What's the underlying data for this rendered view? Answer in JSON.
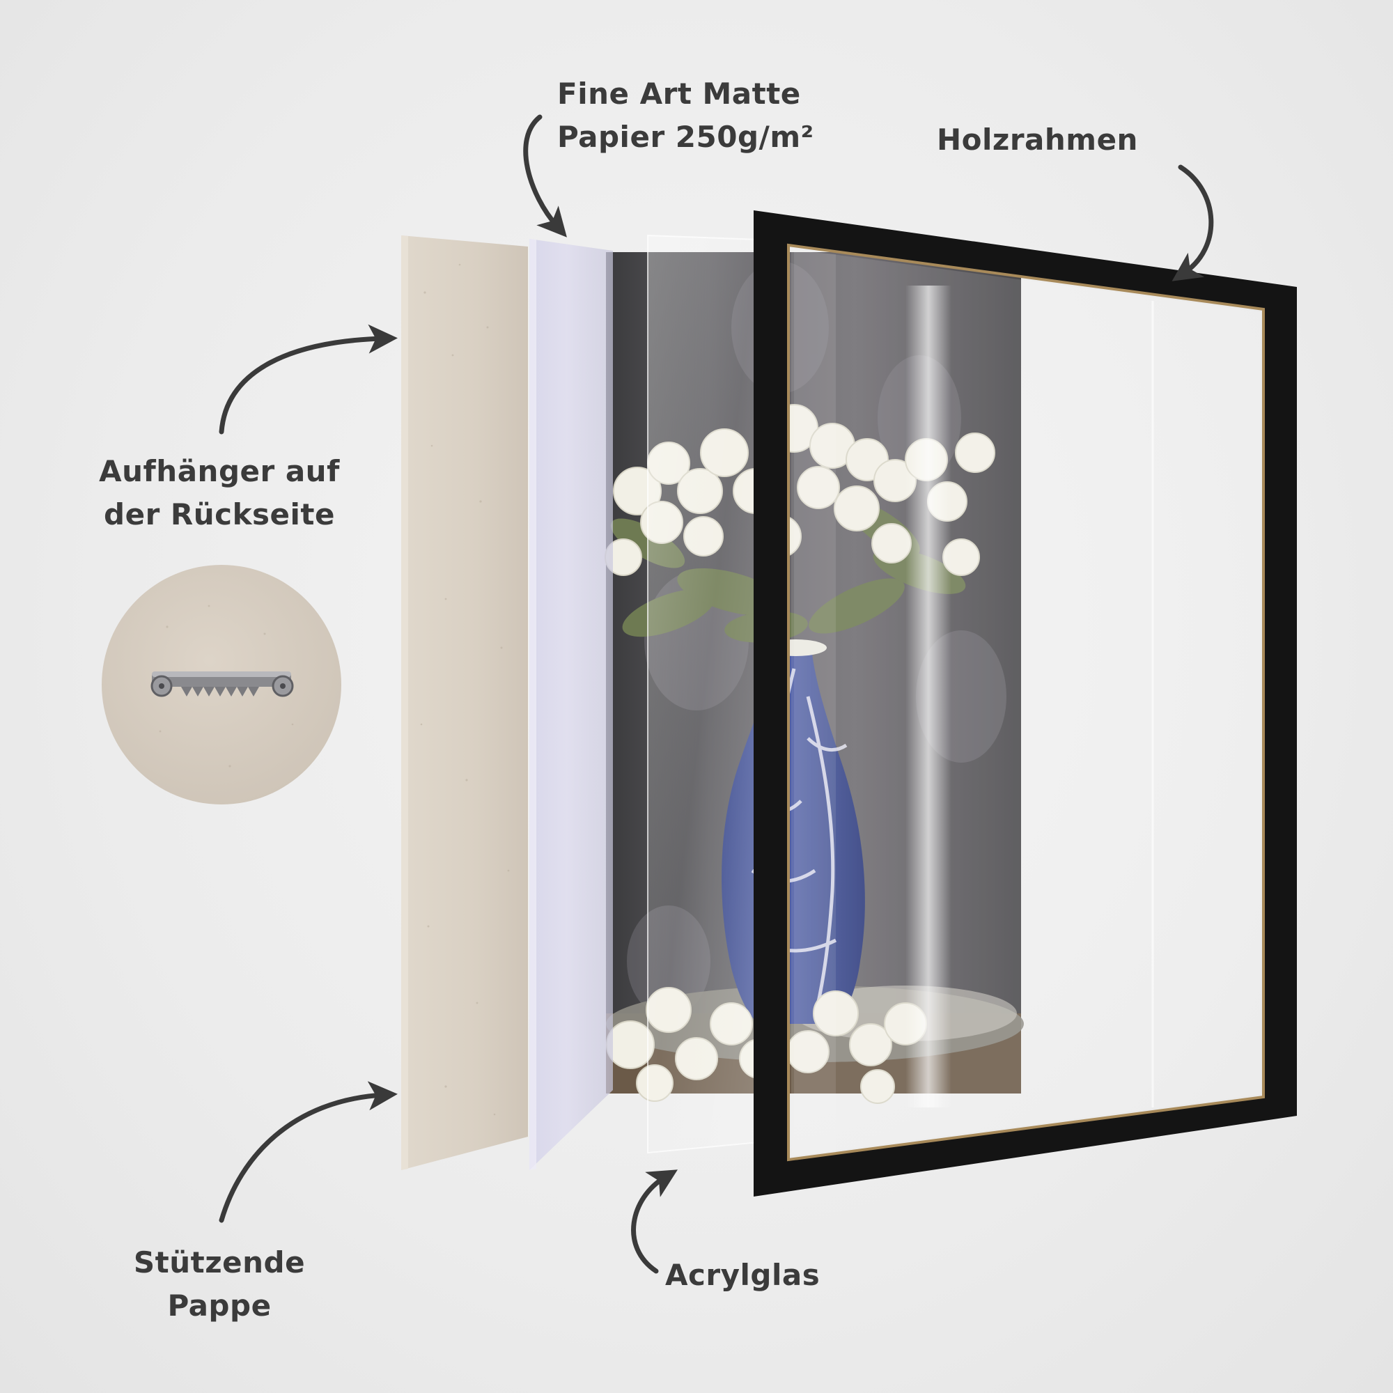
{
  "labels": {
    "paper": {
      "line1": "Fine Art Matte",
      "line2": "Papier 250g/m²"
    },
    "frame": {
      "line1": "Holzrahmen"
    },
    "hanger": {
      "line1": "Aufhänger auf",
      "line2": "der Rückseite"
    },
    "backing": {
      "line1": "Stützende",
      "line2": "Pappe"
    },
    "acrylic": {
      "line1": "Acrylglas"
    }
  },
  "colors": {
    "background": "#ececec",
    "label_text": "#3b3b3b",
    "arrow": "#3a3a3a",
    "cardboard": "#dcd3c7",
    "frame": "#111111",
    "frame_inner_edge": "#a88a5a",
    "vase_blue": "#3e4f96",
    "flowers": "#f3f1e6"
  },
  "icons": {
    "hanger": "sawtooth-hanger-icon"
  }
}
